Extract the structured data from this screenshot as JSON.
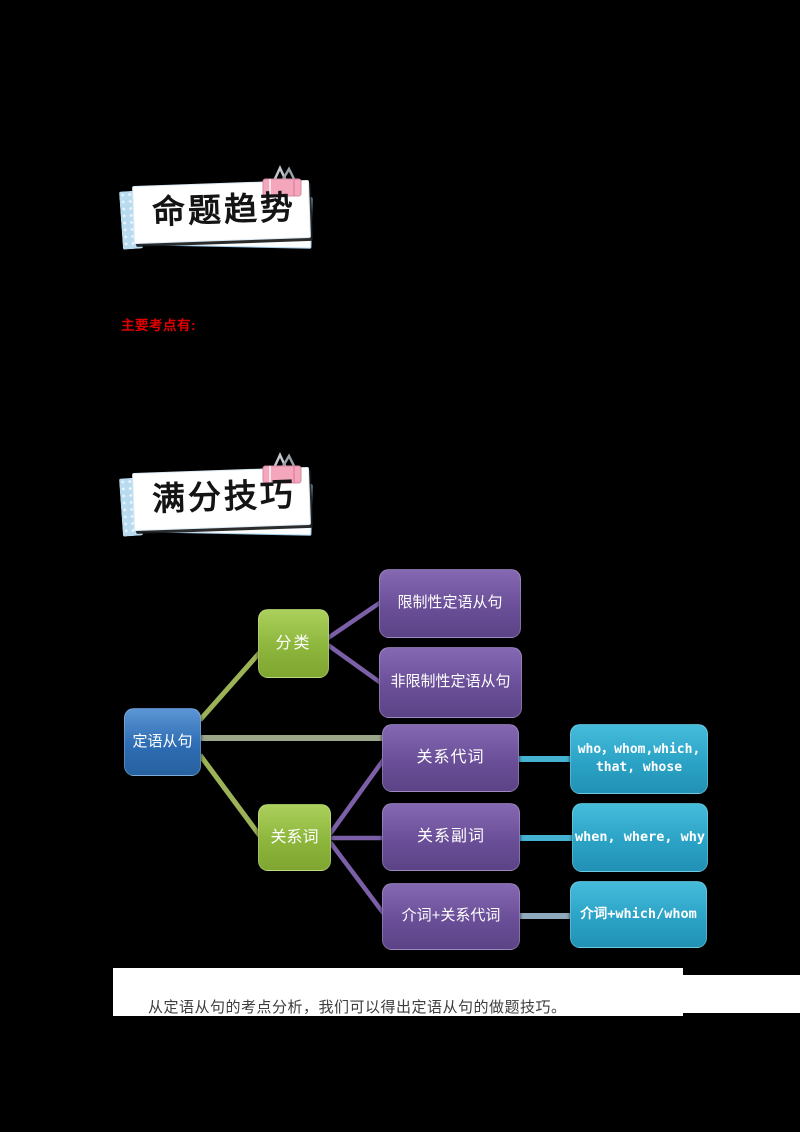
{
  "banners": [
    {
      "title": "命题趋势"
    },
    {
      "title": "满分技巧"
    }
  ],
  "red_heading": "主要考点有:",
  "diagram": {
    "root": {
      "label": "定语从句"
    },
    "branches": [
      {
        "label": "分类"
      },
      {
        "label": "关系词"
      }
    ],
    "types": [
      {
        "label": "限制性定语从句"
      },
      {
        "label": "非限制性定语从句"
      },
      {
        "label": "关系代词"
      },
      {
        "label": "关系副词"
      },
      {
        "label": "介词+关系代词"
      }
    ],
    "examples": [
      {
        "label": "who，whom,which,\nthat, whose"
      },
      {
        "label": "when, where, why"
      },
      {
        "label": "介词+which/whom"
      }
    ]
  },
  "bottom_note": "从定语从句的考点分析，我们可以得出定语从句的做题技巧。",
  "colors": {
    "page_background": "#000000",
    "node_root_blue": "#2e6db4",
    "node_branch_green": "#8db63c",
    "node_purple": "#6a4f98",
    "node_teal": "#2ba3c6",
    "line_green": "#9cb257",
    "line_purple": "#7b60a8",
    "line_teal": "#45b2d2",
    "line_steel": "#8fa9bc",
    "red_heading": "#e00000",
    "clip_pink": "#f4a6bc",
    "paper_edge_blue": "#b9dbf0"
  }
}
